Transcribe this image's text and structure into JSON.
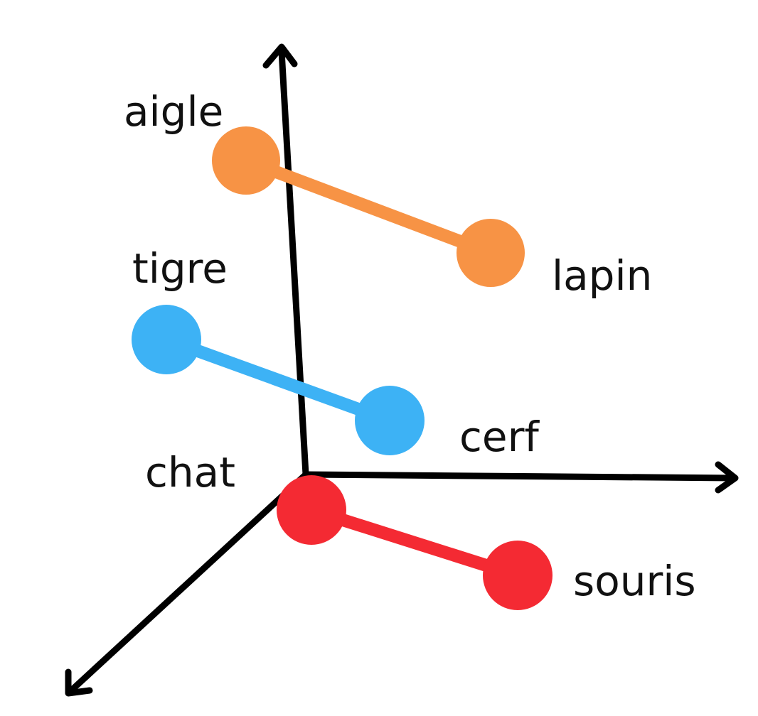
{
  "pairs": [
    {
      "from": {
        "label": "aigle"
      },
      "to": {
        "label": "lapin"
      },
      "color": "#F79345"
    },
    {
      "from": {
        "label": "tigre"
      },
      "to": {
        "label": "cerf"
      },
      "color": "#3DB2F5"
    },
    {
      "from": {
        "label": "chat"
      },
      "to": {
        "label": "souris"
      },
      "color": "#F42A33"
    }
  ],
  "axis_color": "#000000"
}
